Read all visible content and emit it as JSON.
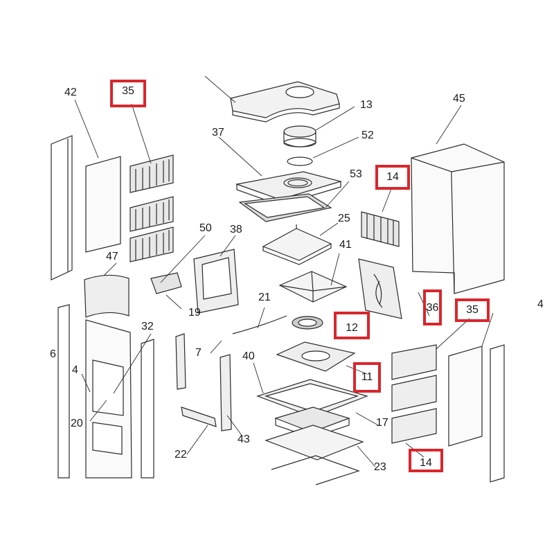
{
  "labels": {
    "l42": "42",
    "l35a": "35",
    "l13": "13",
    "l45": "45",
    "l37": "37",
    "l52": "52",
    "l53": "53",
    "l14a": "14",
    "l50": "50",
    "l38": "38",
    "l25": "25",
    "l47": "47",
    "l41": "41",
    "l19": "19",
    "l21": "21",
    "l36": "36",
    "l35b": "35",
    "l4r": "4",
    "l32": "32",
    "l12": "12",
    "l6": "6",
    "l7": "7",
    "l40": "40",
    "l11": "11",
    "l4": "4",
    "l20": "20",
    "l17": "17",
    "l43": "43",
    "l22": "22",
    "l23": "23",
    "l14b": "14"
  },
  "highlight_color": "#d9262c",
  "line_color": "#2a2a2a"
}
